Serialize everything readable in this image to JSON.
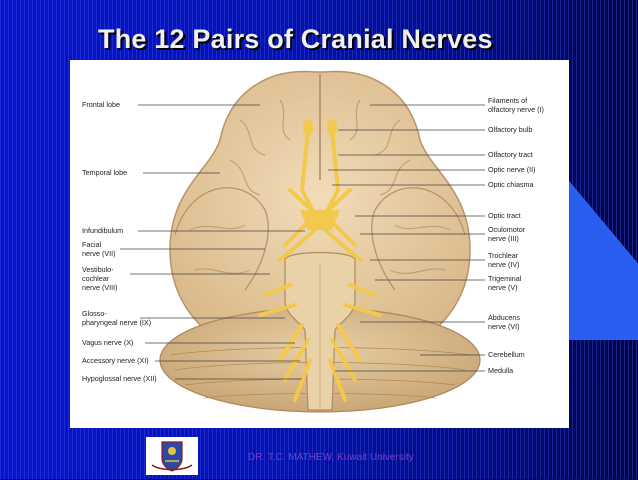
{
  "slide": {
    "title": "The 12 Pairs of Cranial Nerves",
    "footer": "DR. T.C. MATHEW, Kuwait University"
  },
  "diagram": {
    "left_labels": {
      "frontal_lobe": "Frontal lobe",
      "temporal_lobe": "Temporal lobe",
      "infundibulum": "Infundibulum",
      "facial_1": "Facial",
      "facial_2": "nerve (VII)",
      "vestibulo_1": "Vestibulo-",
      "vestibulo_2": "cochlear",
      "vestibulo_3": "nerve (VIII)",
      "glosso_1": "Glosso-",
      "glosso_2": "pharyngeal nerve (IX)",
      "vagus": "Vagus nerve (X)",
      "accessory": "Accessory nerve (XI)",
      "hypoglossal": "Hypoglossal nerve (XII)"
    },
    "right_labels": {
      "filaments_1": "Filaments of",
      "filaments_2": "olfactory nerve (I)",
      "olfactory_bulb": "Olfactory bulb",
      "olfactory_tract": "Olfactory tract",
      "optic_nerve": "Optic nerve (II)",
      "optic_chiasma": "Optic chiasma",
      "optic_tract": "Optic tract",
      "oculomotor_1": "Oculomotor",
      "oculomotor_2": "nerve (III)",
      "trochlear_1": "Trochlear",
      "trochlear_2": "nerve (IV)",
      "trigeminal_1": "Trigeminal",
      "trigeminal_2": "nerve (V)",
      "abducens_1": "Abducens",
      "abducens_2": "nerve (VI)",
      "cerebellum": "Cerebellum",
      "medulla": "Medulla"
    }
  }
}
